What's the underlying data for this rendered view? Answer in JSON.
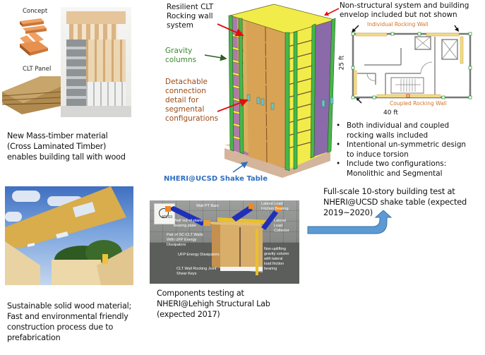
{
  "panels": {
    "mass_timber": {
      "image_labels": {
        "concept": "Concept",
        "clt_panel": "CLT Panel"
      },
      "caption": [
        "New  Mass-timber material",
        "(Cross Laminated Timber)",
        "enables building tall with wood"
      ]
    },
    "sustainable": {
      "caption": [
        "Sustainable solid wood material;",
        "Fast and environmental friendly",
        "construction process due to",
        "prefabrication"
      ]
    },
    "building_model": {
      "labels": {
        "rocking_wall": [
          "Resilient CLT",
          "Rocking wall",
          "system"
        ],
        "gravity": [
          "Gravity",
          "columns"
        ],
        "detachable": [
          "Detachable",
          "connection",
          "detail for",
          "segmental",
          "configurations"
        ],
        "shake_table": "NHERI@UCSD Shake Table",
        "non_structural": [
          "Non-structural system and building",
          "envelop included but not shown"
        ]
      },
      "colors": {
        "rocking_label": "#111111",
        "gravity_label": "#3b8a2e",
        "detachable_label": "#9c4a14",
        "shake_table_label": "#2f6fbf",
        "red_arrow": "#e01010",
        "green_arrow": "#2e5e24",
        "blue_arrow": "#2f6fbf",
        "wall_orange": "#d9a355",
        "yellow": "#f2ec4a",
        "purple": "#8a6aa8",
        "column_green": "#48b64a",
        "base": "#e8c9a3"
      }
    },
    "floor_plan": {
      "individual_label": "Individual Rocking Wall",
      "coupled_label": "Coupled Rocking Wall",
      "dim_height": "25 ft",
      "dim_width": "40 ft",
      "label_color": "#d2722a"
    },
    "bullets": [
      [
        "Both individual and coupled",
        "rocking walls included"
      ],
      [
        "Intentional un-symmetric design",
        "to induce torsion"
      ],
      [
        "Include two configurations:",
        "Monolithic and Segmental"
      ]
    ],
    "full_scale": {
      "caption": [
        "Full-scale  10-story building test at",
        "NHERI@UCSD shake table (expected",
        "2019~2020)"
      ]
    },
    "components": {
      "image_labels": {
        "logo": "ATLSS",
        "pt_bars": "Wall PT Bars",
        "lateral_bearing": [
          "Lateral Load",
          "Friction Bearing"
        ],
        "out_of_plane": [
          "Wall out-of-plane",
          "bearing plate"
        ],
        "lateral_collector": [
          "Lateral",
          "Load",
          "Collector"
        ],
        "pair_walls": [
          "Pair of SC-CLT Walls",
          "With UFP Energy",
          "Dissipators"
        ],
        "ufp": "UFP Energy Dissipators",
        "non_uplifting": [
          "Non-uplifting",
          "gravity column",
          "with lateral",
          "load friction",
          "bearing"
        ],
        "rocking_joint": [
          "CLT Wall Rocking Joint",
          "Shear Keys"
        ]
      },
      "caption": [
        "Components  testing at",
        "NHERI@Lehigh Structural Lab",
        "(expected  2017)"
      ]
    },
    "flow_arrow": {
      "color": "#5b9bd5",
      "direction": "right-then-up"
    }
  }
}
